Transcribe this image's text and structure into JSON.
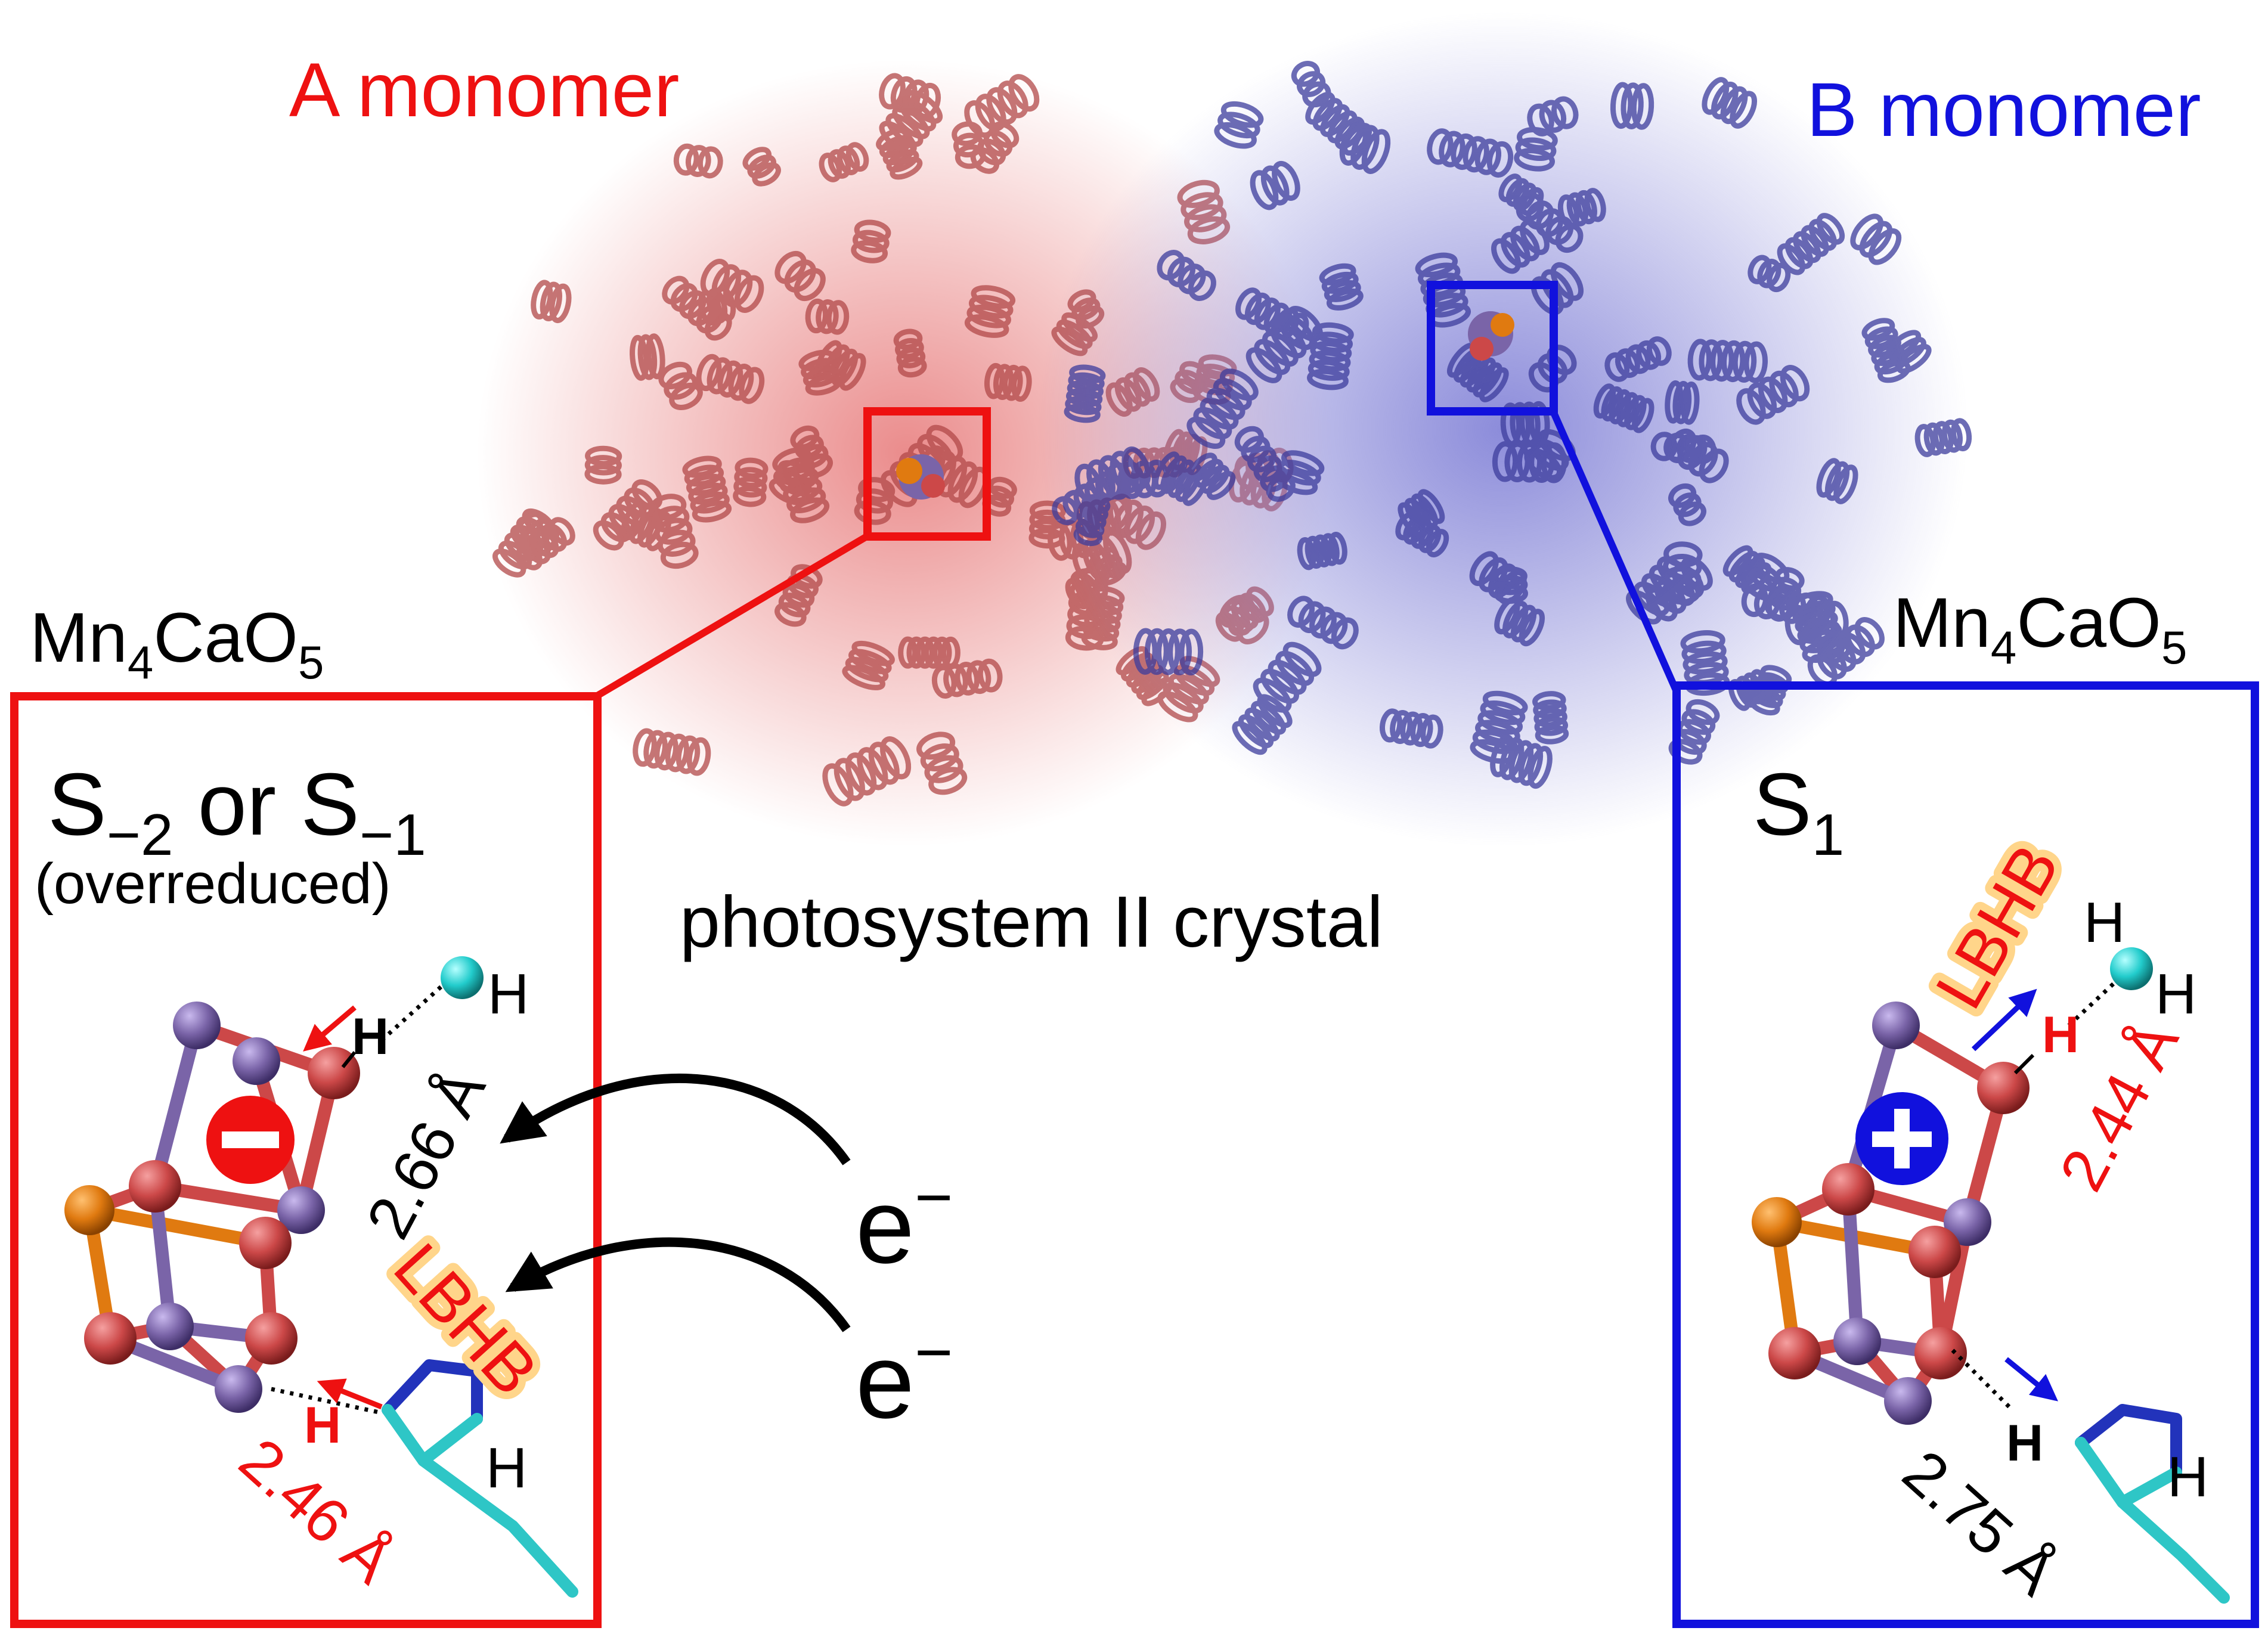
{
  "labels": {
    "monomer_a": "A monomer",
    "monomer_b": "B monomer",
    "crystal": "photosystem II crystal",
    "electron": "e",
    "electron_sup": "−"
  },
  "cluster_left": {
    "formula": {
      "mn": "Mn",
      "mn_sub": "4",
      "ca": "CaO",
      "o_sub": "5"
    },
    "state": {
      "s1": "S",
      "s1_sub": "−2",
      "or": " or ",
      "s2": "S",
      "s2_sub": "−1"
    },
    "note": "(overreduced)",
    "charge": "−",
    "lbhb": "LBHB",
    "h_top": "H",
    "h_water": "H",
    "h_bottom": "H",
    "h_his": "H",
    "dist_top": "2.66 Å",
    "dist_bottom": "2.46 Å"
  },
  "cluster_right": {
    "formula": {
      "mn": "Mn",
      "mn_sub": "4",
      "ca": "CaO",
      "o_sub": "5"
    },
    "state": {
      "s": "S",
      "sub": "1"
    },
    "charge": "+",
    "lbhb": "LBHB",
    "h_water_top": "H",
    "h_water": "H",
    "h_top": "H",
    "h_bottom": "H",
    "h_his": "H",
    "dist_top": "2.44 Å",
    "dist_bottom": "2.75 Å"
  },
  "colors": {
    "red": "#ee1111",
    "blue": "#1111dd",
    "mn": "#7a64a8",
    "o": "#cc4848",
    "ca": "#e07a10",
    "water": "#22cccc",
    "his_c": "#2ec6c6",
    "his_n": "#2233bb"
  }
}
